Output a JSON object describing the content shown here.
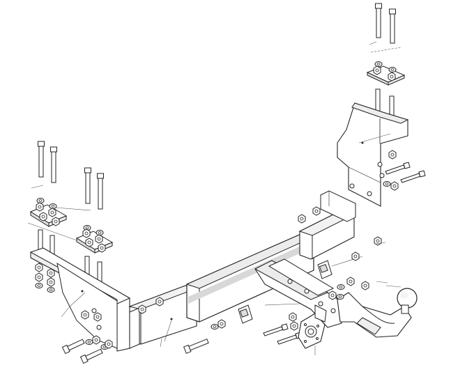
{
  "diagram": {
    "kind": "exploded-assembly",
    "subject": "tow-hitch",
    "parts": [
      "mounting-bolt",
      "clamp-plate",
      "side-bracket",
      "cross-bar",
      "drawbar-bracket",
      "tow-ball",
      "electrical-socket-plate",
      "spacer",
      "nut",
      "washer"
    ],
    "line_color": "#1f1f1f",
    "fill_color": "#ffffff",
    "shade_color": "#d9d9d9"
  }
}
